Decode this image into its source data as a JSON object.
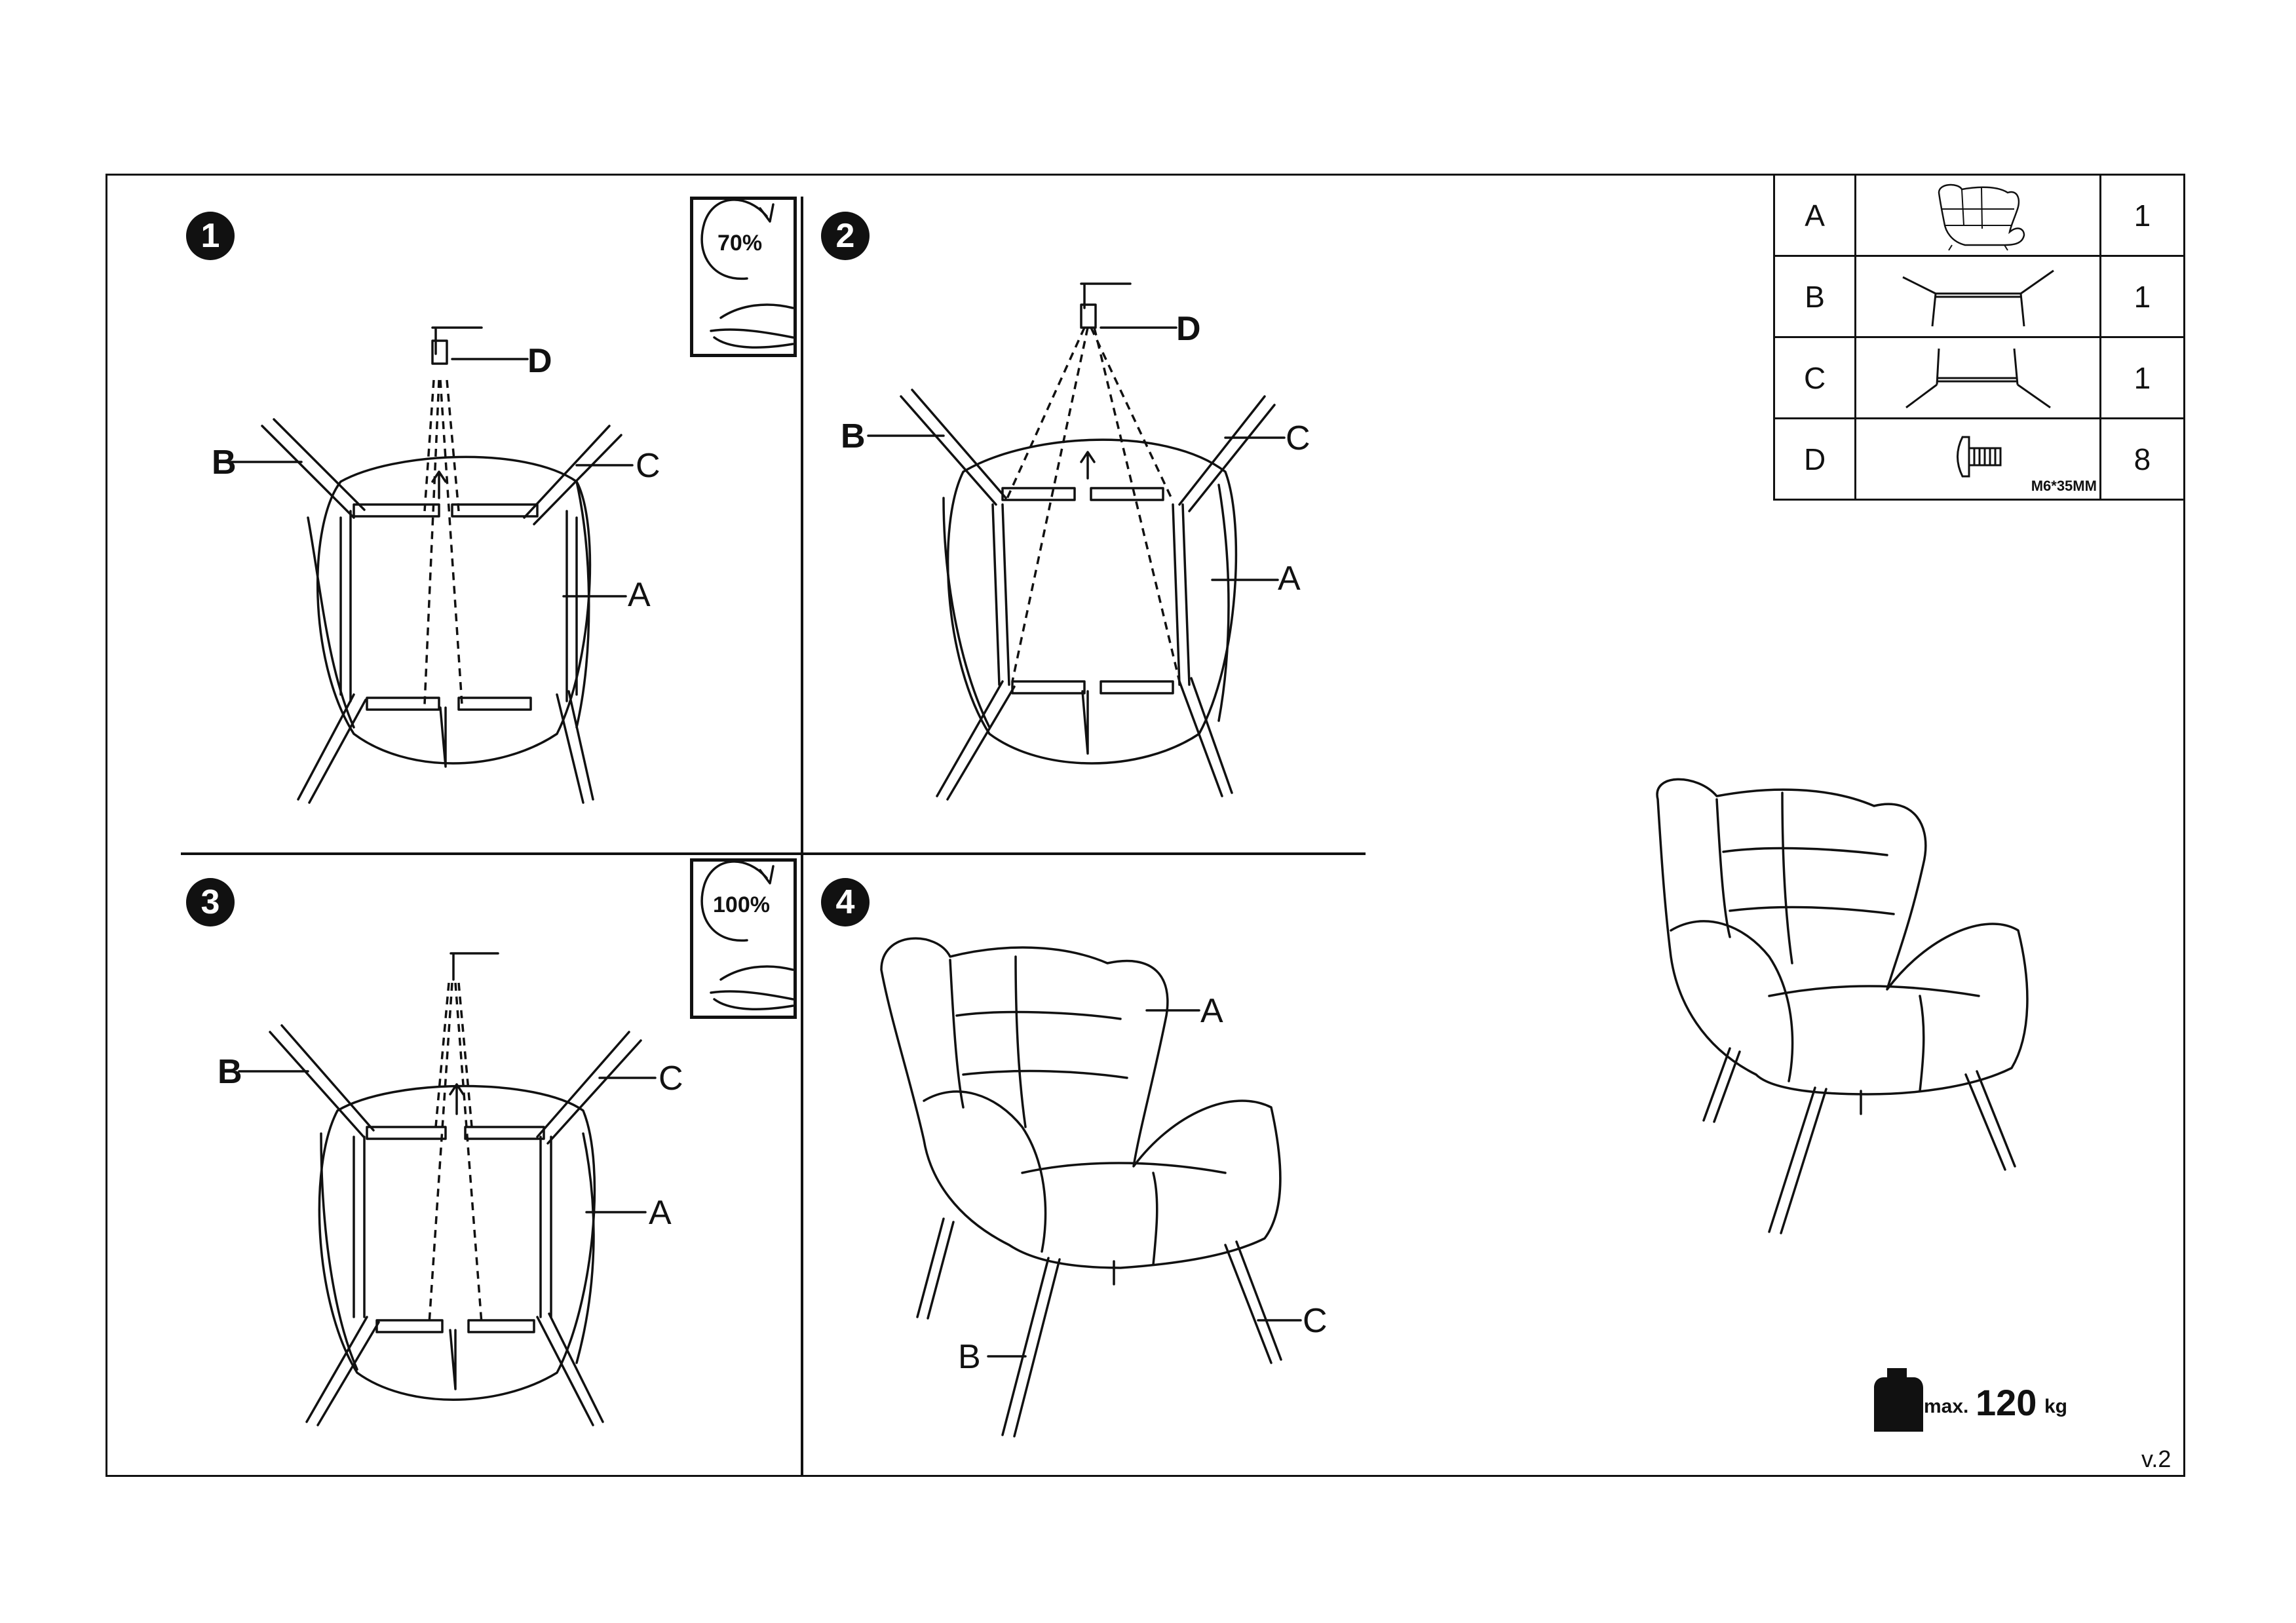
{
  "steps": [
    {
      "number": "1",
      "labels": {
        "bolt": "D",
        "leg_b": "B",
        "leg_c": "C",
        "seat": "A"
      },
      "turn": "70%"
    },
    {
      "number": "2",
      "labels": {
        "bolt": "D",
        "leg_b": "B",
        "leg_c": "C",
        "seat": "A"
      }
    },
    {
      "number": "3",
      "labels": {
        "leg_b": "B",
        "leg_c": "C",
        "seat": "A"
      },
      "turn": "100%"
    },
    {
      "number": "4",
      "labels": {
        "seat": "A",
        "leg_b": "B",
        "leg_c": "C"
      }
    }
  ],
  "parts_list": [
    {
      "letter": "A",
      "image": "armchair-icon",
      "qty": "1"
    },
    {
      "letter": "B",
      "image": "leg-frame-b-icon",
      "qty": "1"
    },
    {
      "letter": "C",
      "image": "leg-frame-c-icon",
      "qty": "1"
    },
    {
      "letter": "D",
      "image": "bolt-icon",
      "spec": "M6*35MM",
      "qty": "8"
    }
  ],
  "max_load": {
    "prefix": "max.",
    "value": "120",
    "unit": "kg"
  },
  "version": "v.2"
}
